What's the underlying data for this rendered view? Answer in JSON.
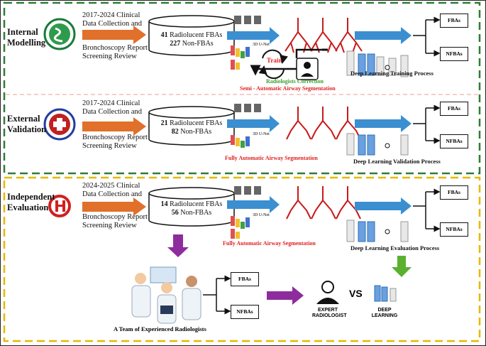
{
  "stages": {
    "internal": {
      "label_line1": "Internal",
      "label_line2": "Modelling",
      "collection_line1": "2017-2024 Clinical",
      "collection_line2": "Data Collection and",
      "collection_line3": "Bronchoscopy Report",
      "collection_line4": "Screening Review",
      "fba_count": "41",
      "fba_text": "Radiolucent FBAs",
      "nonfba_count": "227",
      "nonfba_text": "Non-FBAs",
      "unet_label": "3D U-Net",
      "train_label": "Train",
      "correction_label": "Radiologists Correction",
      "segmentation_label": "Semi - Automatic Airway Segmentation",
      "process_label": "Deep Learning Training Process",
      "output_1": "FBAs",
      "output_2": "NFBAs"
    },
    "external": {
      "label_line1": "External",
      "label_line2": "Validation",
      "collection_line1": "2017-2024 Clinical",
      "collection_line2": "Data Collection and",
      "collection_line3": "Bronchoscopy Report",
      "collection_line4": "Screening Review",
      "fba_count": "21",
      "fba_text": "Radiolucent FBAs",
      "nonfba_count": "82",
      "nonfba_text": "Non-FBAs",
      "unet_label": "3D U-Net",
      "segmentation_label": "Fully Automatic Airway Segmentation",
      "process_label": "Deep Learning Validation Process",
      "output_1": "FBAs",
      "output_2": "NFBAs"
    },
    "independent": {
      "label_line1": "Independent",
      "label_line2": "Evaluation",
      "collection_line1": "2024-2025 Clinical",
      "collection_line2": "Data Collection and",
      "collection_line3": "Bronchoscopy Report",
      "collection_line4": "Screening Review",
      "fba_count": "14",
      "fba_text": "Radiolucent FBAs",
      "nonfba_count": "56",
      "nonfba_text": "Non-FBAs",
      "unet_label": "3D U-Net",
      "segmentation_label": "Fully Automatic Airway Segmentation",
      "process_label": "Deep Learning Evaluation Process",
      "output_1": "FBAs",
      "output_2": "NFBAs",
      "radiologist_output_1": "FBAs",
      "radiologist_output_2": "NFBAs",
      "radiologists_label": "A Team of Experienced Radiologists",
      "expert_line1": "EXPERT",
      "expert_line2": "RADIOLOGIST",
      "vs_label": "VS",
      "dl_line1": "DEEP",
      "dl_line2": "LEARNING"
    }
  },
  "colors": {
    "green_border": "#2e7d32",
    "yellow_border": "#e6b800",
    "arrow_orange": "#e0702a",
    "arrow_blue": "#3b8fd0",
    "arrow_purple": "#8e2c9e",
    "arrow_green": "#5bb030",
    "airway_red": "#c81a1a"
  }
}
